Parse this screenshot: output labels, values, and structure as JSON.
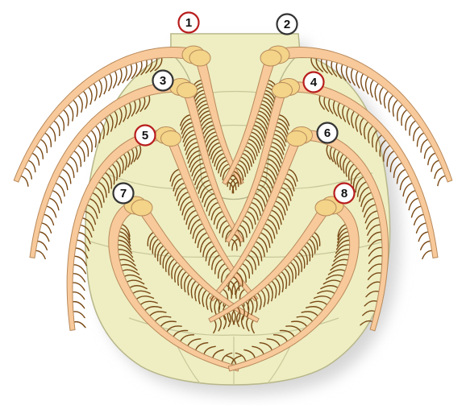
{
  "colors": {
    "body_fill": "#eeeec2",
    "body_stroke": "#b7b68a",
    "plate_line": "#c8c79a",
    "appendage_fill": "#f8c99a",
    "appendage_stroke": "#b88a5c",
    "joint_fill": "#f3d488",
    "bristle": "#7a4a16",
    "shadow": "#d6d6d6",
    "marker_fill": "#ffffff",
    "marker_red": "#b81d1d",
    "marker_dark": "#333333"
  },
  "markers": [
    {
      "label": "1",
      "ring": "red",
      "icon": "number-marker"
    },
    {
      "label": "2",
      "ring": "dark",
      "icon": "number-marker"
    },
    {
      "label": "3",
      "ring": "dark",
      "icon": "number-marker"
    },
    {
      "label": "4",
      "ring": "red",
      "icon": "number-marker"
    },
    {
      "label": "5",
      "ring": "red",
      "icon": "number-marker"
    },
    {
      "label": "6",
      "ring": "dark",
      "icon": "number-marker"
    },
    {
      "label": "7",
      "ring": "dark",
      "icon": "number-marker"
    },
    {
      "label": "8",
      "ring": "red",
      "icon": "number-marker"
    }
  ]
}
